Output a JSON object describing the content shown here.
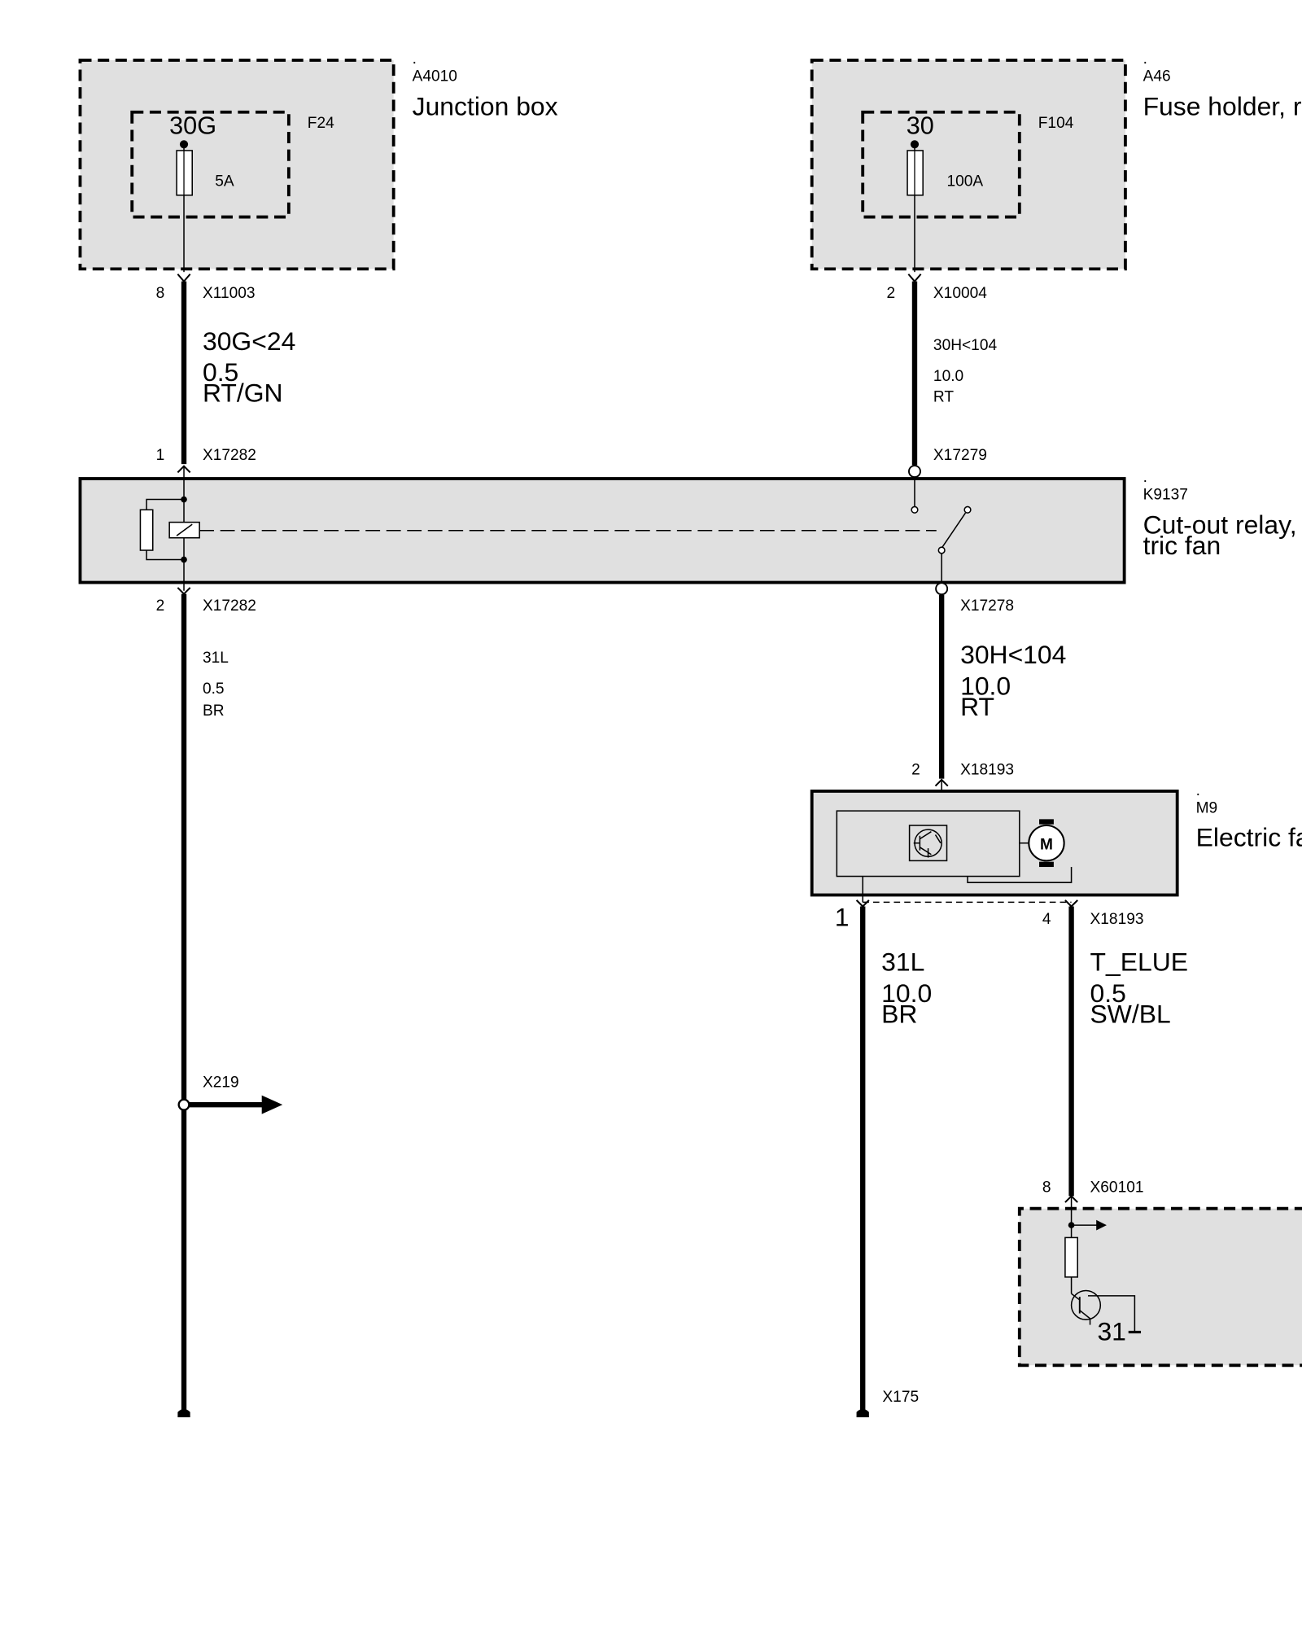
{
  "components": {
    "a4010": {
      "dot": ".",
      "id": "A4010",
      "name": "Junction box",
      "terminal": "30G",
      "fuse_id": "F24",
      "fuse_rating": "5A"
    },
    "a46": {
      "dot": ".",
      "id": "A46",
      "name": "Fuse holder, rear",
      "terminal": "30",
      "fuse_id": "F104",
      "fuse_rating": "100A"
    },
    "k9137": {
      "dot": ".",
      "id": "K9137",
      "name_line1": "Cut-out relay, elec",
      "name_line2": "tric fan"
    },
    "m9": {
      "dot": ".",
      "id": "M9",
      "name": "Electric fan",
      "motor_symbol": "M"
    },
    "ecu": {
      "ground_terminal": "31"
    }
  },
  "connectors": {
    "x11003": {
      "pin": "8",
      "id": "X11003"
    },
    "x10004": {
      "pin": "2",
      "id": "X10004"
    },
    "x17282_in": {
      "pin": "1",
      "id": "X17282"
    },
    "x17279": {
      "id": "X17279"
    },
    "x17282_out": {
      "pin": "2",
      "id": "X17282"
    },
    "x17278": {
      "id": "X17278"
    },
    "x18193_in": {
      "pin": "2",
      "id": "X18193"
    },
    "x18193_out": {
      "pin_left": "1",
      "pin_right": "4",
      "id": "X18193"
    },
    "x60101": {
      "pin": "8",
      "id": "X60101"
    },
    "x219": {
      "id": "X219"
    },
    "x175": {
      "id": "X175"
    }
  },
  "wires": {
    "w1": {
      "signal": "30G<24",
      "gauge": "0.5",
      "color": "RT/GN"
    },
    "w2": {
      "signal": "30H<104",
      "gauge": "10.0",
      "color": "RT"
    },
    "w3": {
      "signal": "31L",
      "gauge": "0.5",
      "color": "BR"
    },
    "w4": {
      "signal": "30H<104",
      "gauge": "10.0",
      "color": "RT"
    },
    "w5": {
      "signal": "31L",
      "gauge": "10.0",
      "color": "BR"
    },
    "w6": {
      "signal": "T_ELUE",
      "gauge": "0.5",
      "color": "SW/BL"
    }
  }
}
